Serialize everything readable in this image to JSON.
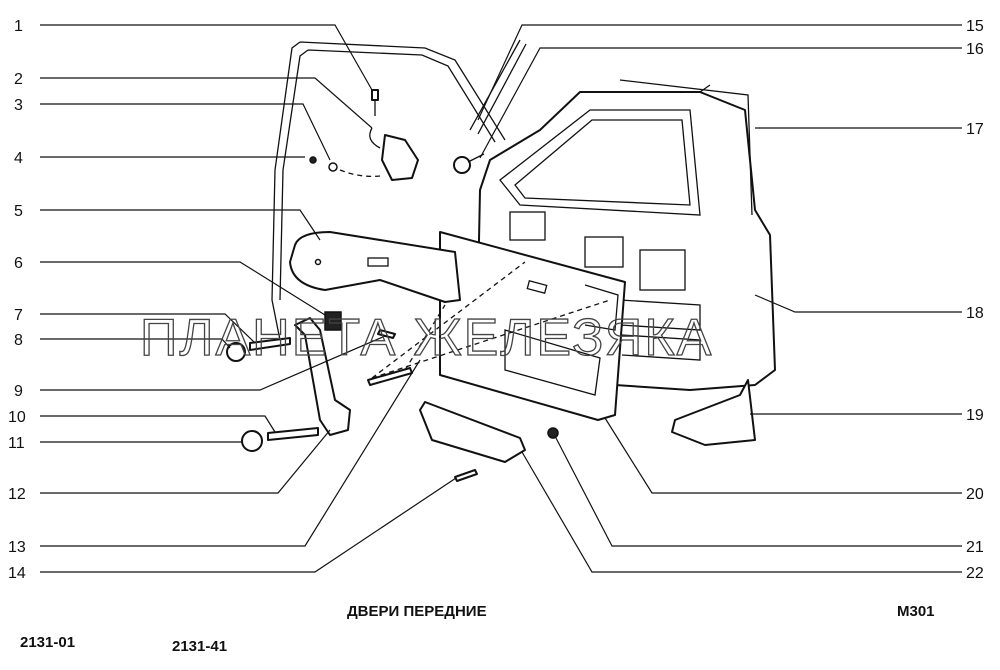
{
  "diagram": {
    "title": "ДВЕРИ ПЕРЕДНИЕ",
    "code": "М301",
    "models": [
      "2131-01",
      "2131-41"
    ],
    "watermark": "ПЛАНЕТА ЖЕЛЕЗЯКА",
    "callouts_left": [
      "1",
      "2",
      "3",
      "4",
      "5",
      "6",
      "7",
      "8",
      "9",
      "10",
      "11",
      "12",
      "13",
      "14"
    ],
    "callouts_right": [
      "15",
      "16",
      "17",
      "18",
      "19",
      "20",
      "21",
      "22"
    ]
  }
}
